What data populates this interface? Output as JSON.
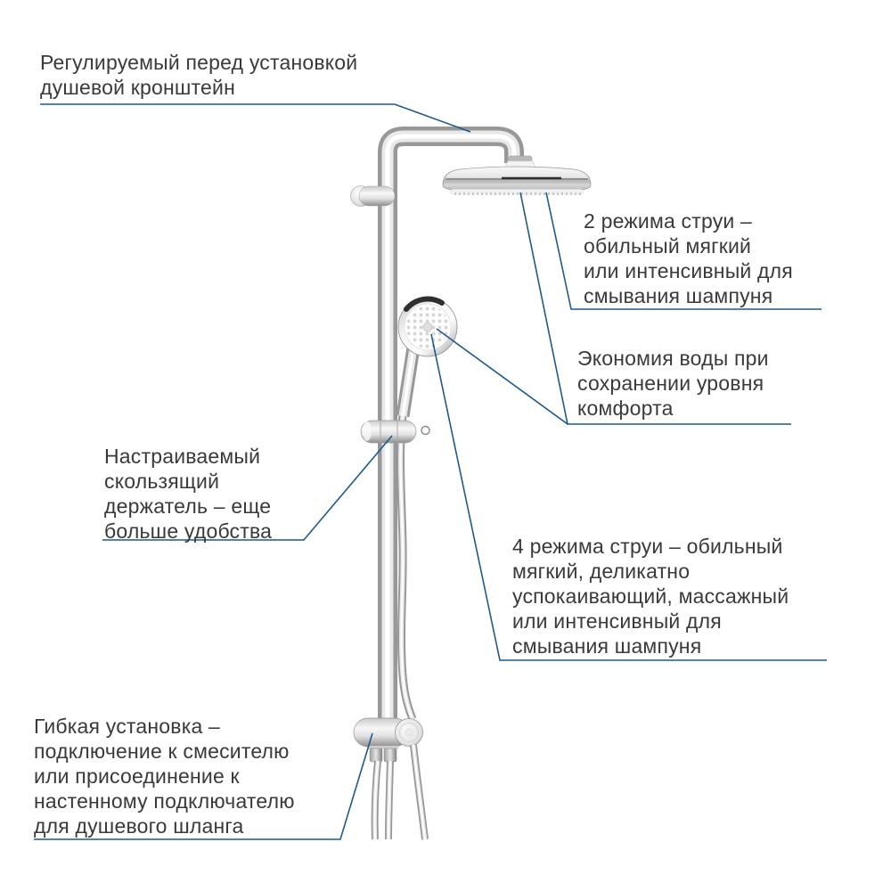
{
  "page": {
    "background": "#ffffff",
    "description_labels_language": "ru"
  },
  "colors": {
    "leader_line": "#1d5a8c",
    "text": "#3a3a3a",
    "chrome_light": "#f5f5f5",
    "chrome_dark": "#8f8f8f"
  },
  "annotations": {
    "shower_arm": {
      "text": "Регулируемый перед установкой\nдушевой кронштейн"
    },
    "two_spray_modes": {
      "text": "2 режима струи –\nобильный мягкий\nили интенсивный для\nсмывания шампуня"
    },
    "water_saving": {
      "text": "Экономия воды при\nсохранении уровня\nкомфорта"
    },
    "sliding_holder": {
      "text": "Настраиваемый\nскользящий\nдержатель – еще\nбольше удобства"
    },
    "four_spray_modes": {
      "text": "4 режима струи – обильный\nмягкий, деликатно\nуспокаивающий, массажный\nили интенсивный для\nсмывания шампуня"
    },
    "flexible_installation": {
      "text": "Гибкая установка –\nподключение к смесителю\nили присоединение к\nнастенному подключателю\nдля душевого шланга"
    }
  }
}
